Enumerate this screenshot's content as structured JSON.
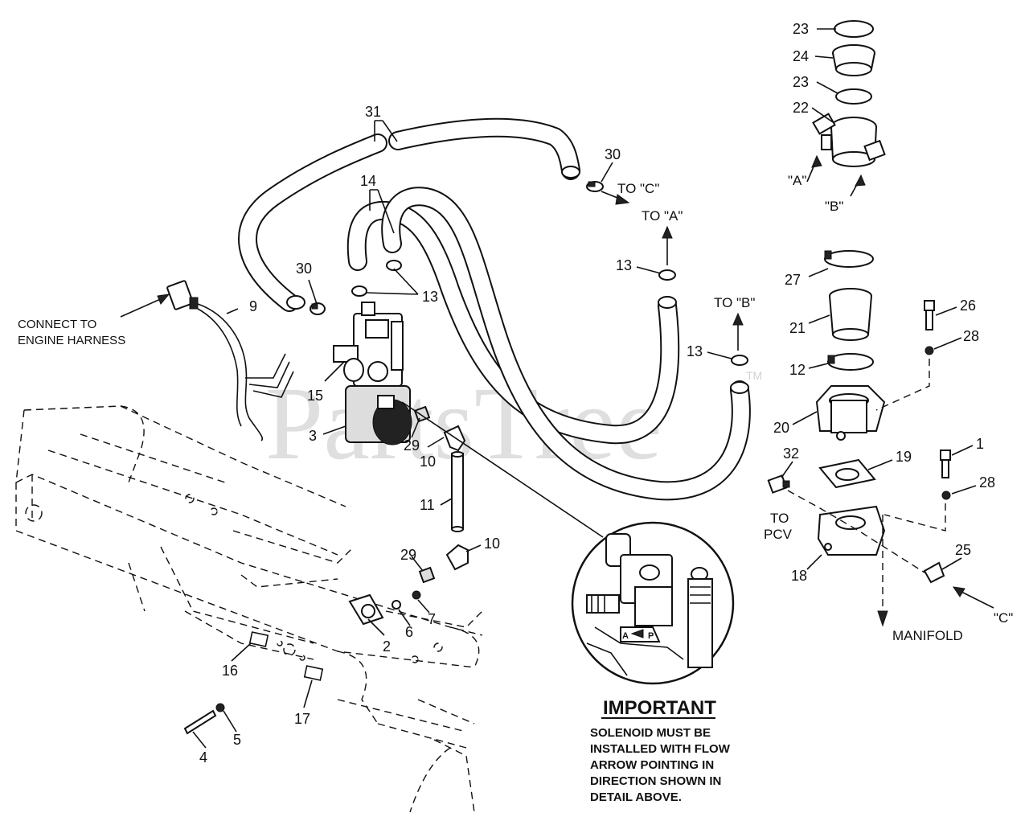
{
  "diagram": {
    "watermark": "PartsTree",
    "trademark": "TM",
    "callouts": {
      "c31": "31",
      "c30a": "30",
      "c30b": "30",
      "c14": "14",
      "c13a": "13",
      "c13b": "13",
      "c13c": "13",
      "c9": "9",
      "c15": "15",
      "c3": "3",
      "c29a": "29",
      "c10a": "10",
      "c11": "11",
      "c29b": "29",
      "c10b": "10",
      "c2": "2",
      "c6": "6",
      "c7": "7",
      "c16": "16",
      "c17": "17",
      "c4": "4",
      "c5": "5",
      "c23a": "23",
      "c24": "24",
      "c23b": "23",
      "c22": "22",
      "c27": "27",
      "c21": "21",
      "c12": "12",
      "c20": "20",
      "c26": "26",
      "c28a": "28",
      "c1": "1",
      "c28b": "28",
      "c19": "19",
      "c32": "32",
      "c18": "18",
      "c25": "25"
    },
    "labels": {
      "to_c": "TO \"C\"",
      "to_a": "TO \"A\"",
      "to_b": "TO \"B\"",
      "connect_1": "CONNECT TO",
      "connect_2": "ENGINE HARNESS",
      "port_a": "\"A\"",
      "port_b": "\"B\"",
      "port_c": "\"C\"",
      "to_pcv_1": "TO",
      "to_pcv_2": "PCV",
      "manifold": "MANIFOLD"
    },
    "detail": {
      "arrow_text": "A",
      "arrow_text2": "P"
    },
    "note": {
      "title": "IMPORTANT",
      "lines": [
        "SOLENOID MUST BE",
        "INSTALLED WITH FLOW",
        "ARROW POINTING IN",
        "DIRECTION SHOWN IN",
        "DETAIL ABOVE."
      ]
    }
  }
}
